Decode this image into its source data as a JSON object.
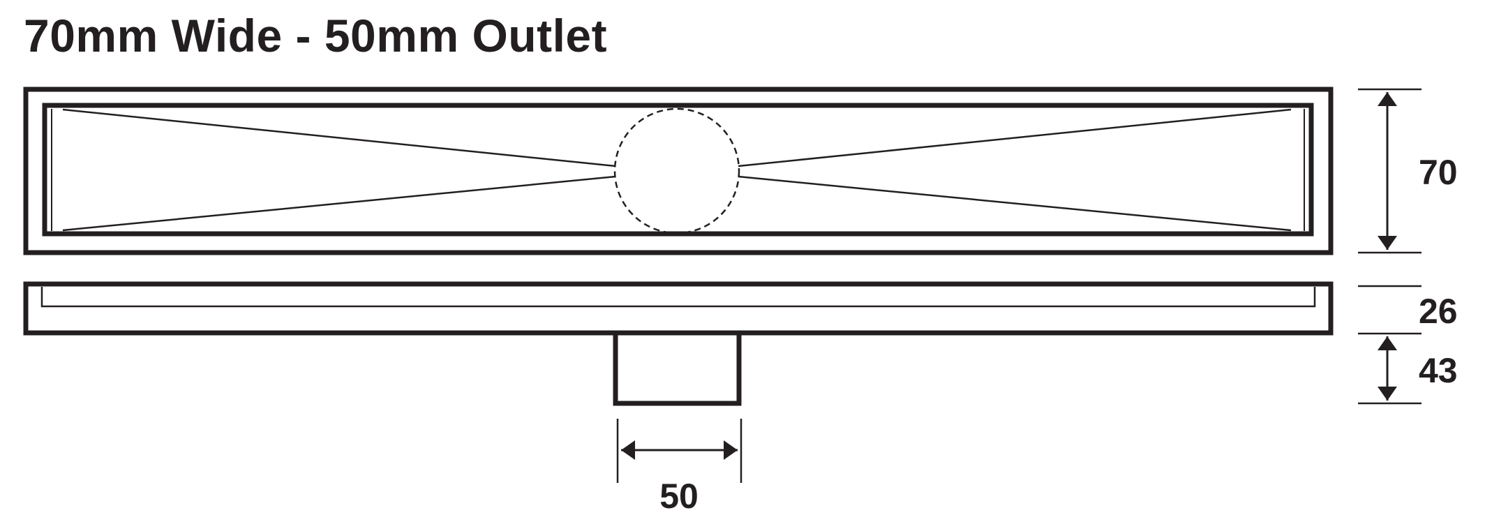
{
  "title": "70mm Wide - 50mm Outlet",
  "dimensions": {
    "width_label": "70",
    "channel_height_label": "26",
    "outlet_height_label": "43",
    "outlet_width_label": "50"
  },
  "colors": {
    "line": "#231f20",
    "background": "#ffffff"
  }
}
